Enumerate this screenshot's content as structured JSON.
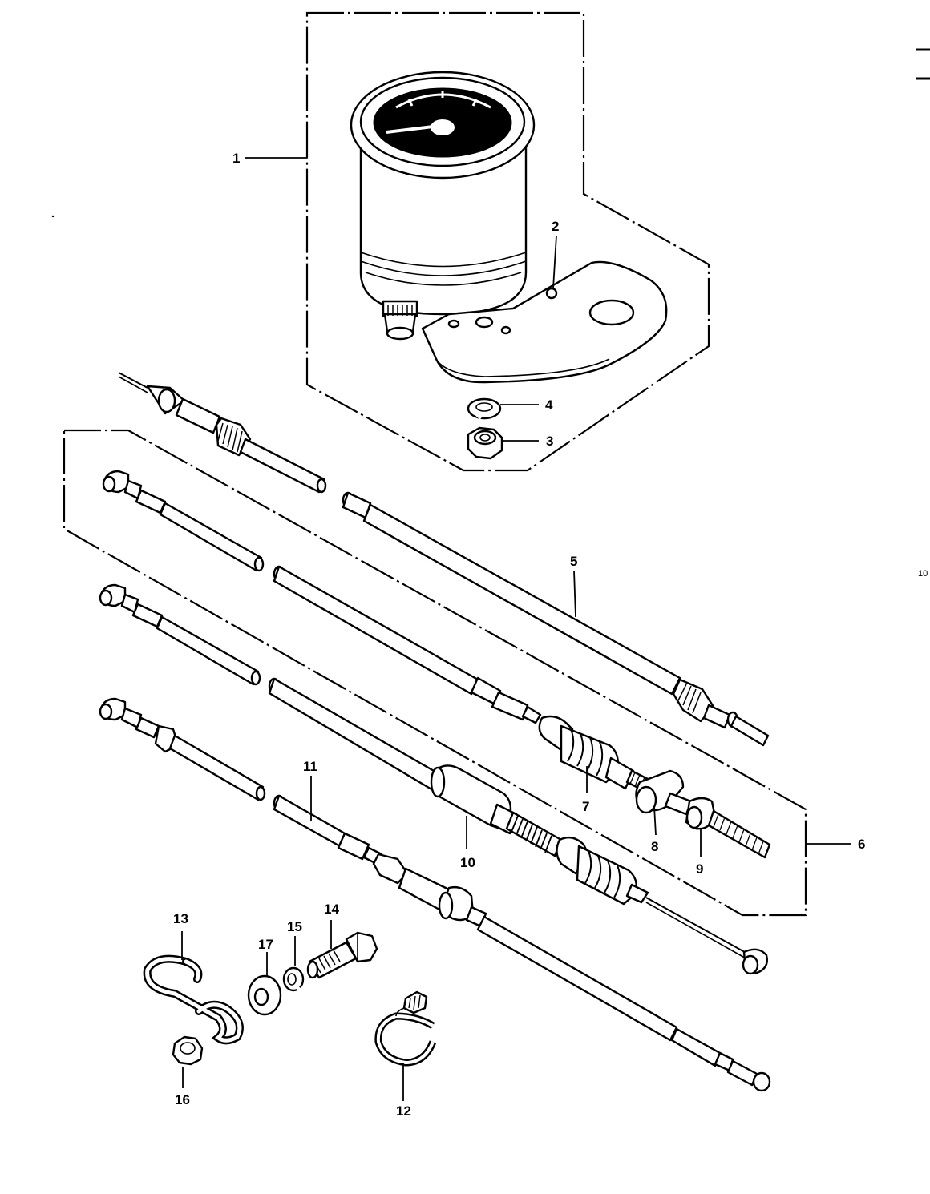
{
  "page": {
    "page_number": "10"
  },
  "callouts": {
    "c1": "1",
    "c2": "2",
    "c3": "3",
    "c4": "4",
    "c5": "5",
    "c6": "6",
    "c7": "7",
    "c8": "8",
    "c9": "9",
    "c10": "10",
    "c11": "11",
    "c12": "12",
    "c13": "13",
    "c14": "14",
    "c15": "15",
    "c16": "16",
    "c17": "17"
  }
}
